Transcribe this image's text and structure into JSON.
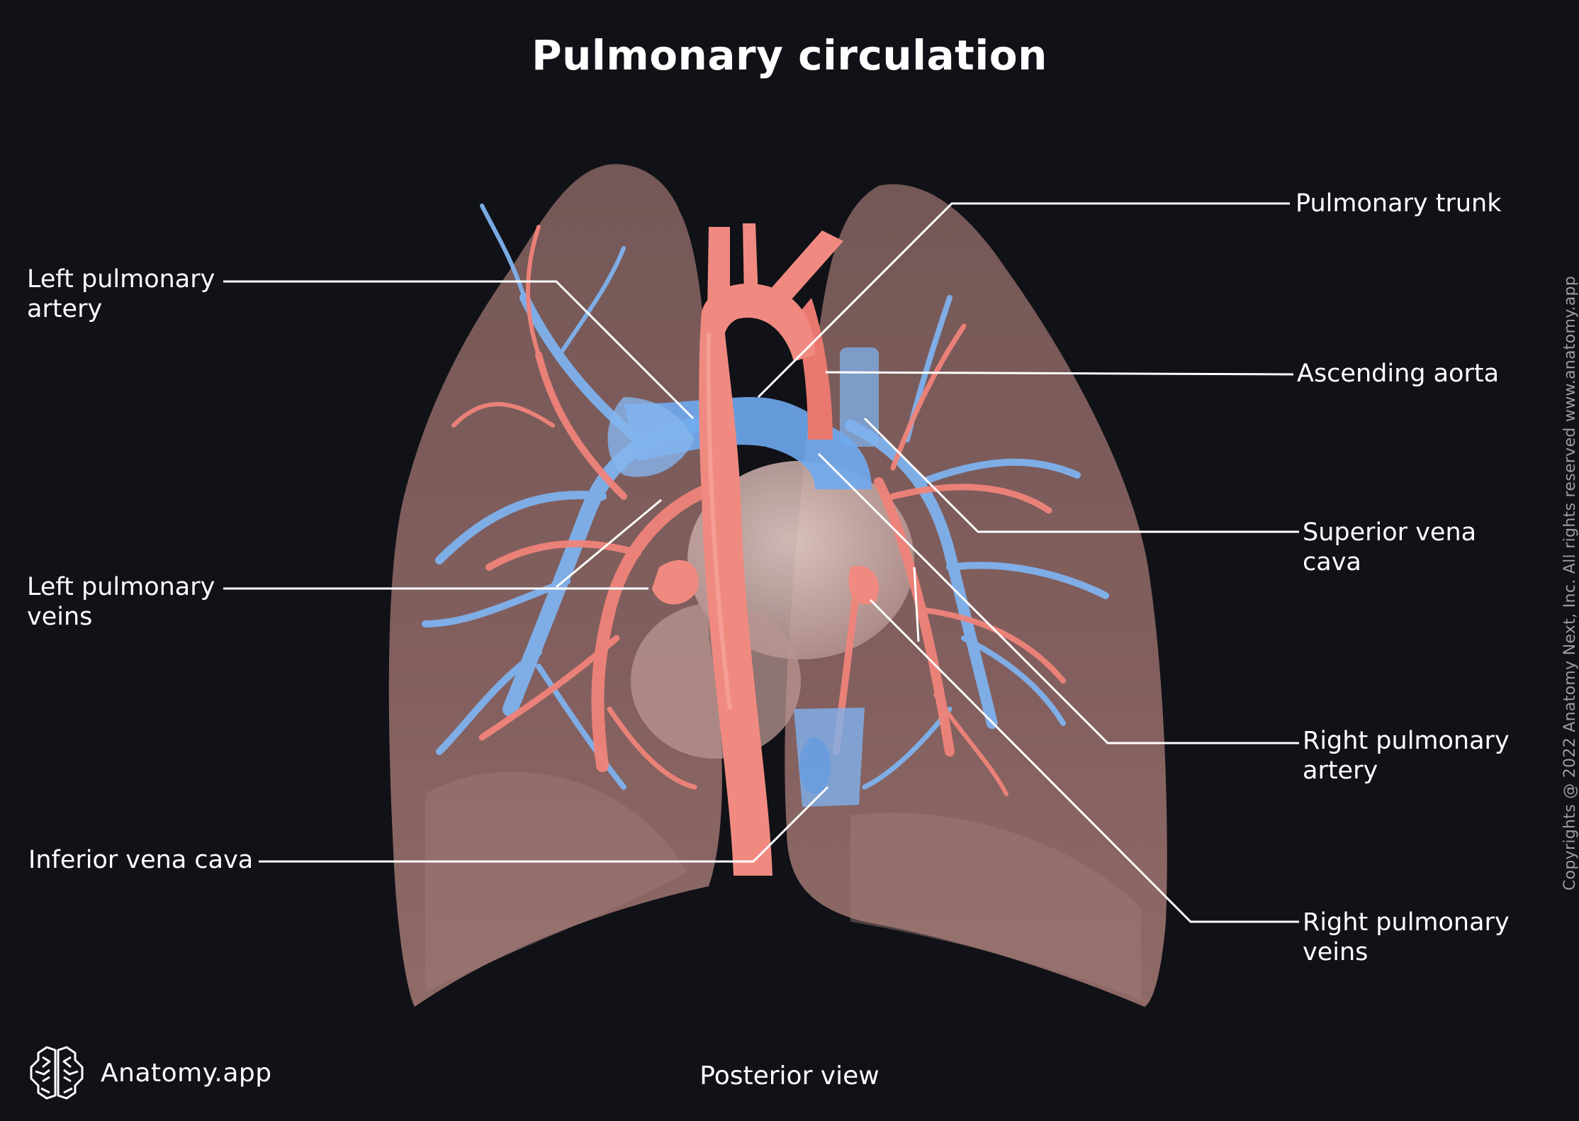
{
  "title": "Pulmonary circulation",
  "view": "Posterior view",
  "brand": {
    "name": "Anatomy.app",
    "icon": "brain-logo-icon"
  },
  "copyright": "Copyrights @ 2022 Anatomy Next, Inc. All rights reserved www.anatomy.app",
  "colors": {
    "background": "#101217",
    "artery": "#f0837a",
    "vein": "#7fb2ee",
    "lung": "#8a6562",
    "heart": "#c9aaa5",
    "leader_line": "#ffffff"
  },
  "labels": {
    "left": [
      {
        "id": "left-pulmonary-artery",
        "line1": "Left pulmonary",
        "line2": "artery"
      },
      {
        "id": "left-pulmonary-veins",
        "line1": "Left pulmonary",
        "line2": "veins"
      },
      {
        "id": "inferior-vena-cava",
        "line1": "Inferior vena cava",
        "line2": ""
      }
    ],
    "right": [
      {
        "id": "pulmonary-trunk",
        "line1": "Pulmonary trunk",
        "line2": ""
      },
      {
        "id": "ascending-aorta",
        "line1": "Ascending aorta",
        "line2": ""
      },
      {
        "id": "superior-vena-cava",
        "line1": "Superior vena",
        "line2": "cava"
      },
      {
        "id": "right-pulmonary-artery",
        "line1": "Right pulmonary",
        "line2": "artery"
      },
      {
        "id": "right-pulmonary-veins",
        "line1": "Right pulmonary",
        "line2": "veins"
      }
    ]
  }
}
